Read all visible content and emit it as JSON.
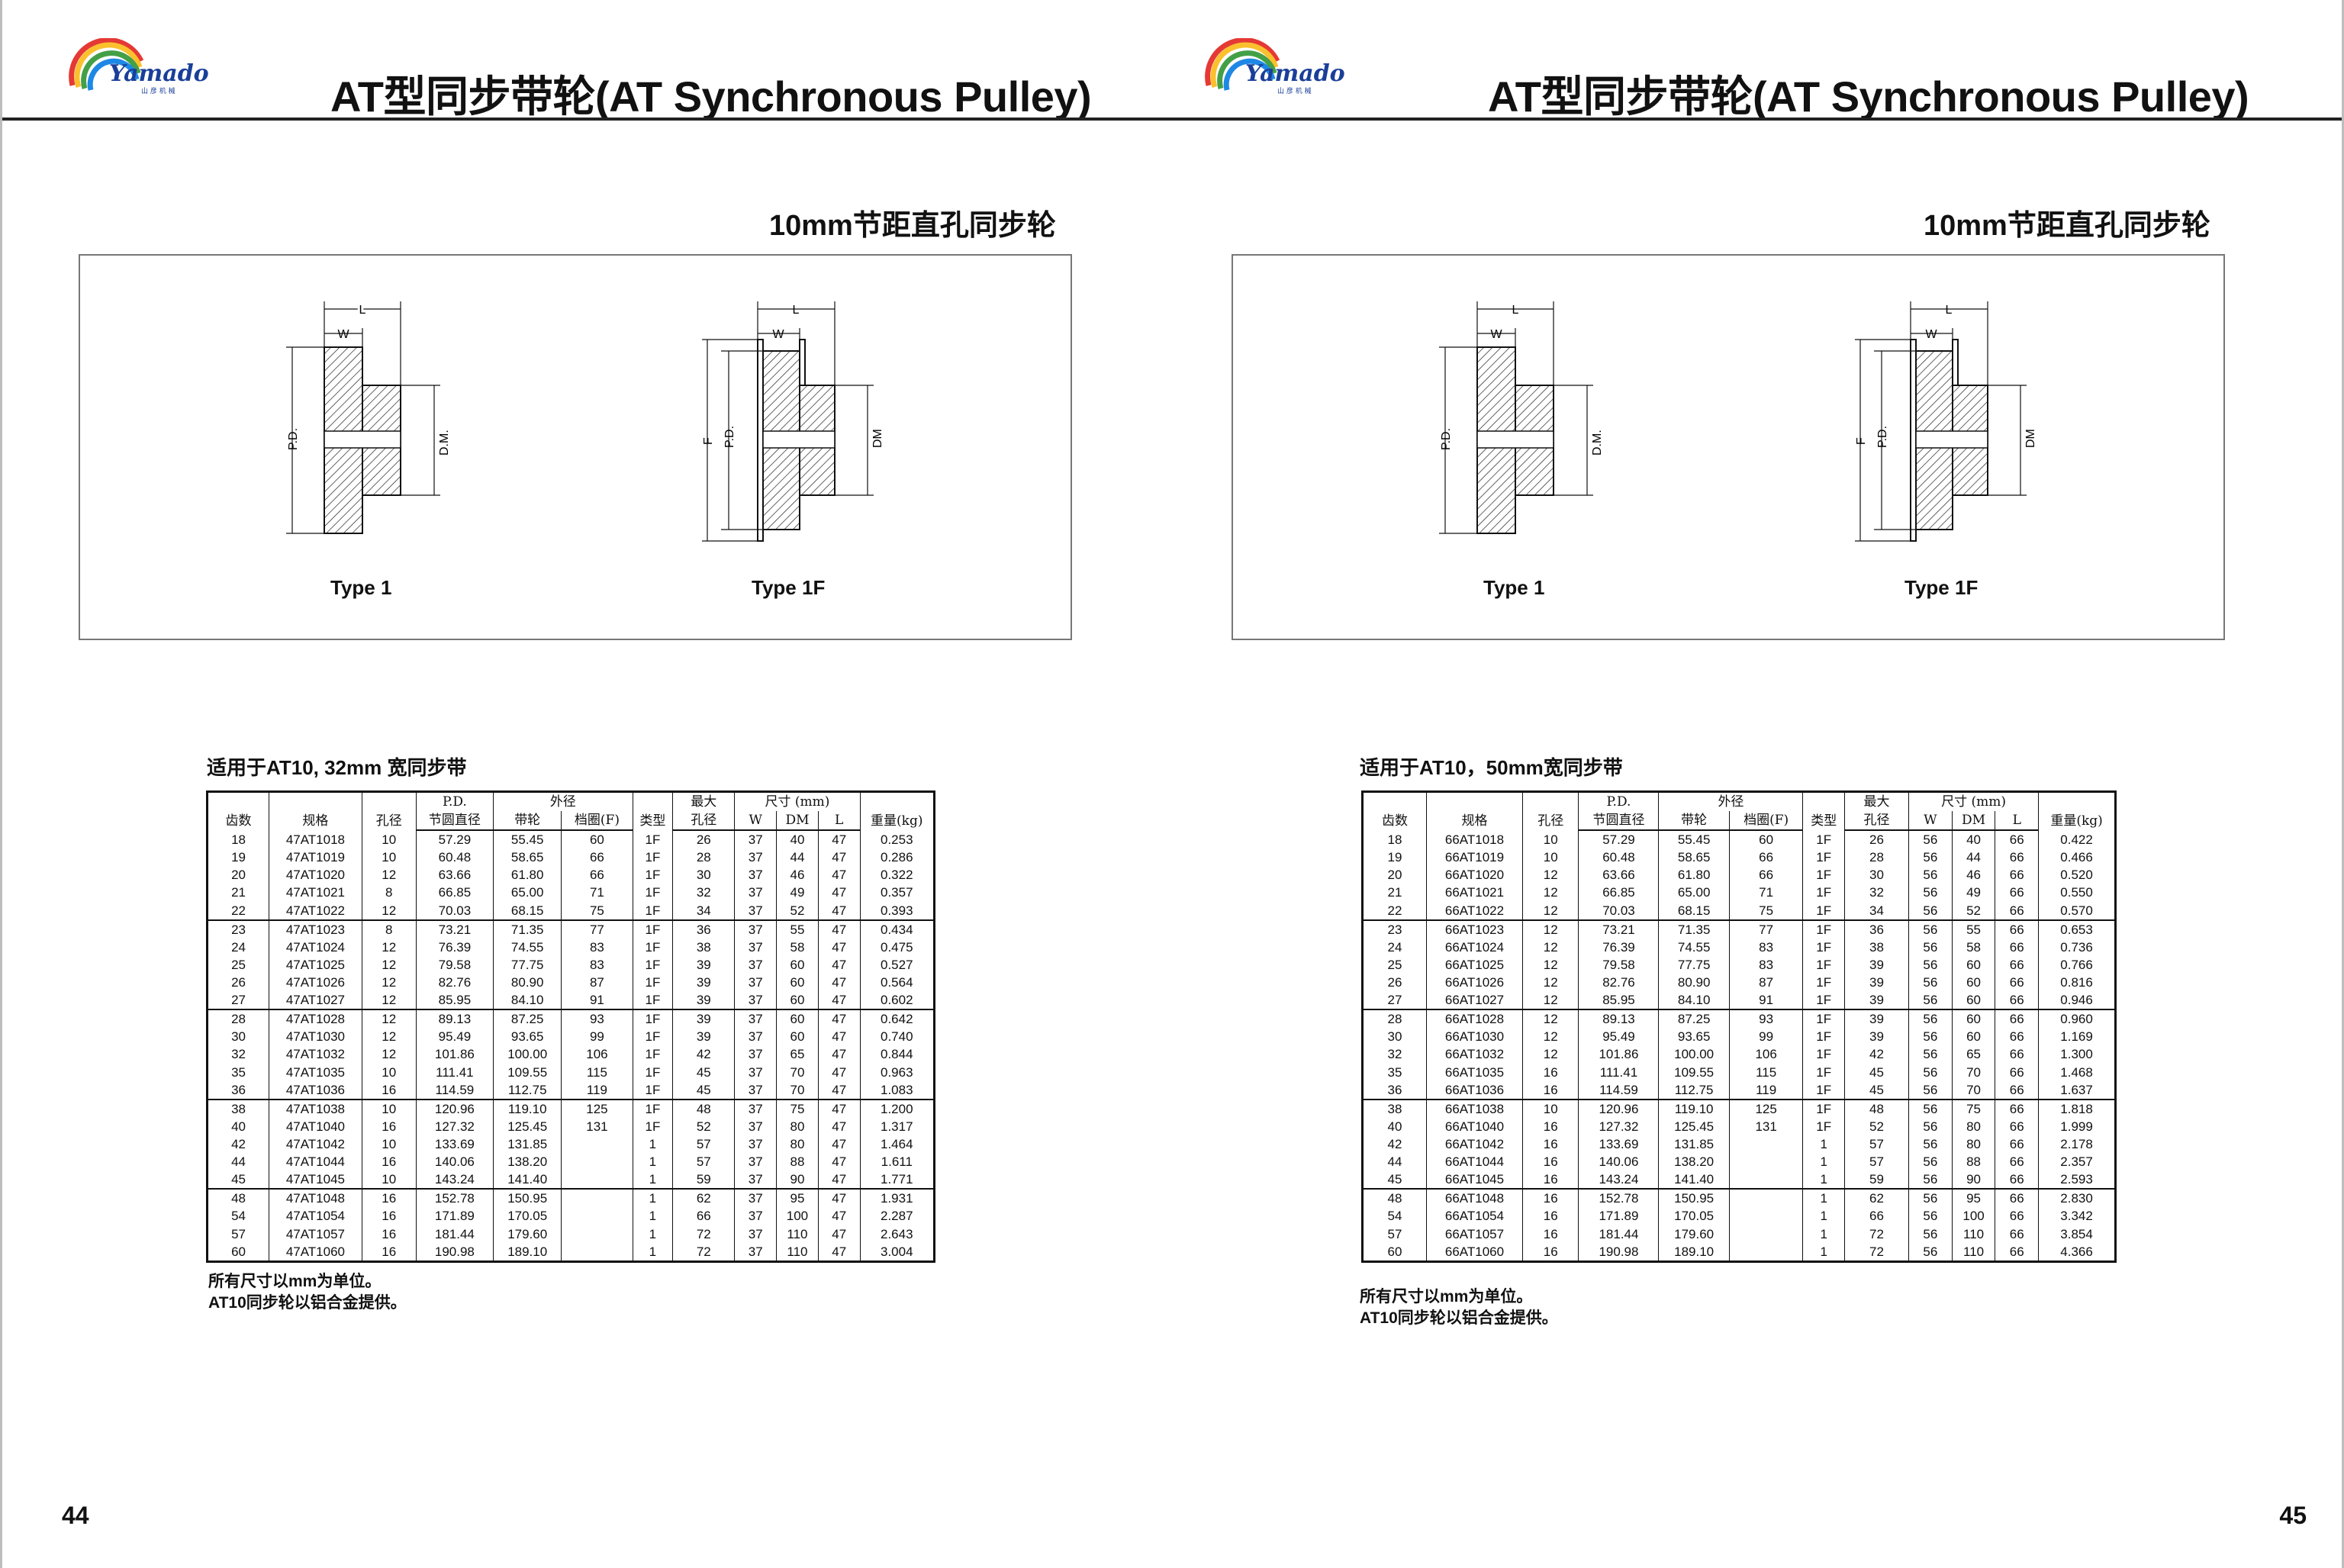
{
  "brand": {
    "name": "Yamado",
    "tagline": "山 彦 机 械",
    "colors": [
      "#e53935",
      "#fbc02d",
      "#43a047",
      "#1e88e5",
      "#8e24aa"
    ]
  },
  "pages": [
    {
      "title": "AT型同步带轮(AT Synchronous Pulley)",
      "subtitle": "10mm节距直孔同步轮",
      "figure": {
        "type1_label": "Type 1",
        "type1f_label": "Type 1F",
        "dims": {
          "l": "L",
          "w": "W",
          "pd": "P.D.",
          "dm": "D.M.",
          "dm2": "DM",
          "f": "F"
        }
      },
      "table_title": "适用于AT10, 32mm 宽同步带",
      "headers": {
        "teeth": "齿数",
        "spec": "规格",
        "bore": "孔径",
        "pd_top": "P.D.",
        "pd_bottom": "节圆直径",
        "od_top": "外径",
        "od_pulley": "带轮",
        "od_flange": "档圈(F)",
        "type": "类型",
        "maxbore_top": "最大",
        "maxbore_bottom": "孔径",
        "dim_top": "尺寸 (mm)",
        "w": "W",
        "dm": "DM",
        "l": "L",
        "weight": "重量(kg)"
      },
      "rows": [
        [
          "18",
          "47AT1018",
          "10",
          "57.29",
          "55.45",
          "60",
          "1F",
          "26",
          "37",
          "40",
          "47",
          "0.253"
        ],
        [
          "19",
          "47AT1019",
          "10",
          "60.48",
          "58.65",
          "66",
          "1F",
          "28",
          "37",
          "44",
          "47",
          "0.286"
        ],
        [
          "20",
          "47AT1020",
          "12",
          "63.66",
          "61.80",
          "66",
          "1F",
          "30",
          "37",
          "46",
          "47",
          "0.322"
        ],
        [
          "21",
          "47AT1021",
          "8",
          "66.85",
          "65.00",
          "71",
          "1F",
          "32",
          "37",
          "49",
          "47",
          "0.357"
        ],
        [
          "22",
          "47AT1022",
          "12",
          "70.03",
          "68.15",
          "75",
          "1F",
          "34",
          "37",
          "52",
          "47",
          "0.393"
        ],
        [
          "23",
          "47AT1023",
          "8",
          "73.21",
          "71.35",
          "77",
          "1F",
          "36",
          "37",
          "55",
          "47",
          "0.434"
        ],
        [
          "24",
          "47AT1024",
          "12",
          "76.39",
          "74.55",
          "83",
          "1F",
          "38",
          "37",
          "58",
          "47",
          "0.475"
        ],
        [
          "25",
          "47AT1025",
          "12",
          "79.58",
          "77.75",
          "83",
          "1F",
          "39",
          "37",
          "60",
          "47",
          "0.527"
        ],
        [
          "26",
          "47AT1026",
          "12",
          "82.76",
          "80.90",
          "87",
          "1F",
          "39",
          "37",
          "60",
          "47",
          "0.564"
        ],
        [
          "27",
          "47AT1027",
          "12",
          "85.95",
          "84.10",
          "91",
          "1F",
          "39",
          "37",
          "60",
          "47",
          "0.602"
        ],
        [
          "28",
          "47AT1028",
          "12",
          "89.13",
          "87.25",
          "93",
          "1F",
          "39",
          "37",
          "60",
          "47",
          "0.642"
        ],
        [
          "30",
          "47AT1030",
          "12",
          "95.49",
          "93.65",
          "99",
          "1F",
          "39",
          "37",
          "60",
          "47",
          "0.740"
        ],
        [
          "32",
          "47AT1032",
          "12",
          "101.86",
          "100.00",
          "106",
          "1F",
          "42",
          "37",
          "65",
          "47",
          "0.844"
        ],
        [
          "35",
          "47AT1035",
          "10",
          "111.41",
          "109.55",
          "115",
          "1F",
          "45",
          "37",
          "70",
          "47",
          "0.963"
        ],
        [
          "36",
          "47AT1036",
          "16",
          "114.59",
          "112.75",
          "119",
          "1F",
          "45",
          "37",
          "70",
          "47",
          "1.083"
        ],
        [
          "38",
          "47AT1038",
          "10",
          "120.96",
          "119.10",
          "125",
          "1F",
          "48",
          "37",
          "75",
          "47",
          "1.200"
        ],
        [
          "40",
          "47AT1040",
          "16",
          "127.32",
          "125.45",
          "131",
          "1F",
          "52",
          "37",
          "80",
          "47",
          "1.317"
        ],
        [
          "42",
          "47AT1042",
          "10",
          "133.69",
          "131.85",
          "",
          "1",
          "57",
          "37",
          "80",
          "47",
          "1.464"
        ],
        [
          "44",
          "47AT1044",
          "16",
          "140.06",
          "138.20",
          "",
          "1",
          "57",
          "37",
          "88",
          "47",
          "1.611"
        ],
        [
          "45",
          "47AT1045",
          "10",
          "143.24",
          "141.40",
          "",
          "1",
          "59",
          "37",
          "90",
          "47",
          "1.771"
        ],
        [
          "48",
          "47AT1048",
          "16",
          "152.78",
          "150.95",
          "",
          "1",
          "62",
          "37",
          "95",
          "47",
          "1.931"
        ],
        [
          "54",
          "47AT1054",
          "16",
          "171.89",
          "170.05",
          "",
          "1",
          "66",
          "37",
          "100",
          "47",
          "2.287"
        ],
        [
          "57",
          "47AT1057",
          "16",
          "181.44",
          "179.60",
          "",
          "1",
          "72",
          "37",
          "110",
          "47",
          "2.643"
        ],
        [
          "60",
          "47AT1060",
          "16",
          "190.98",
          "189.10",
          "",
          "1",
          "72",
          "37",
          "110",
          "47",
          "3.004"
        ]
      ],
      "notes": [
        "所有尺寸以mm为单位。",
        "AT10同步轮以铝合金提供。"
      ],
      "page_number": "44"
    },
    {
      "title": "AT型同步带轮(AT Synchronous Pulley)",
      "subtitle": "10mm节距直孔同步轮",
      "figure": {
        "type1_label": "Type 1",
        "type1f_label": "Type 1F",
        "dims": {
          "l": "L",
          "w": "W",
          "pd": "P.D.",
          "dm": "D.M.",
          "dm2": "DM",
          "f": "F"
        }
      },
      "table_title": "适用于AT10，50mm宽同步带",
      "headers": {
        "teeth": "齿数",
        "spec": "规格",
        "bore": "孔径",
        "pd_top": "P.D.",
        "pd_bottom": "节圆直径",
        "od_top": "外径",
        "od_pulley": "带轮",
        "od_flange": "档圈(F)",
        "type": "类型",
        "maxbore_top": "最大",
        "maxbore_bottom": "孔径",
        "dim_top": "尺寸 (mm)",
        "w": "W",
        "dm": "DM",
        "l": "L",
        "weight": "重量(kg)"
      },
      "rows": [
        [
          "18",
          "66AT1018",
          "10",
          "57.29",
          "55.45",
          "60",
          "1F",
          "26",
          "56",
          "40",
          "66",
          "0.422"
        ],
        [
          "19",
          "66AT1019",
          "10",
          "60.48",
          "58.65",
          "66",
          "1F",
          "28",
          "56",
          "44",
          "66",
          "0.466"
        ],
        [
          "20",
          "66AT1020",
          "12",
          "63.66",
          "61.80",
          "66",
          "1F",
          "30",
          "56",
          "46",
          "66",
          "0.520"
        ],
        [
          "21",
          "66AT1021",
          "12",
          "66.85",
          "65.00",
          "71",
          "1F",
          "32",
          "56",
          "49",
          "66",
          "0.550"
        ],
        [
          "22",
          "66AT1022",
          "12",
          "70.03",
          "68.15",
          "75",
          "1F",
          "34",
          "56",
          "52",
          "66",
          "0.570"
        ],
        [
          "23",
          "66AT1023",
          "12",
          "73.21",
          "71.35",
          "77",
          "1F",
          "36",
          "56",
          "55",
          "66",
          "0.653"
        ],
        [
          "24",
          "66AT1024",
          "12",
          "76.39",
          "74.55",
          "83",
          "1F",
          "38",
          "56",
          "58",
          "66",
          "0.736"
        ],
        [
          "25",
          "66AT1025",
          "12",
          "79.58",
          "77.75",
          "83",
          "1F",
          "39",
          "56",
          "60",
          "66",
          "0.766"
        ],
        [
          "26",
          "66AT1026",
          "12",
          "82.76",
          "80.90",
          "87",
          "1F",
          "39",
          "56",
          "60",
          "66",
          "0.816"
        ],
        [
          "27",
          "66AT1027",
          "12",
          "85.95",
          "84.10",
          "91",
          "1F",
          "39",
          "56",
          "60",
          "66",
          "0.946"
        ],
        [
          "28",
          "66AT1028",
          "12",
          "89.13",
          "87.25",
          "93",
          "1F",
          "39",
          "56",
          "60",
          "66",
          "0.960"
        ],
        [
          "30",
          "66AT1030",
          "12",
          "95.49",
          "93.65",
          "99",
          "1F",
          "39",
          "56",
          "60",
          "66",
          "1.169"
        ],
        [
          "32",
          "66AT1032",
          "12",
          "101.86",
          "100.00",
          "106",
          "1F",
          "42",
          "56",
          "65",
          "66",
          "1.300"
        ],
        [
          "35",
          "66AT1035",
          "16",
          "111.41",
          "109.55",
          "115",
          "1F",
          "45",
          "56",
          "70",
          "66",
          "1.468"
        ],
        [
          "36",
          "66AT1036",
          "16",
          "114.59",
          "112.75",
          "119",
          "1F",
          "45",
          "56",
          "70",
          "66",
          "1.637"
        ],
        [
          "38",
          "66AT1038",
          "10",
          "120.96",
          "119.10",
          "125",
          "1F",
          "48",
          "56",
          "75",
          "66",
          "1.818"
        ],
        [
          "40",
          "66AT1040",
          "16",
          "127.32",
          "125.45",
          "131",
          "1F",
          "52",
          "56",
          "80",
          "66",
          "1.999"
        ],
        [
          "42",
          "66AT1042",
          "16",
          "133.69",
          "131.85",
          "",
          "1",
          "57",
          "56",
          "80",
          "66",
          "2.178"
        ],
        [
          "44",
          "66AT1044",
          "16",
          "140.06",
          "138.20",
          "",
          "1",
          "57",
          "56",
          "88",
          "66",
          "2.357"
        ],
        [
          "45",
          "66AT1045",
          "16",
          "143.24",
          "141.40",
          "",
          "1",
          "59",
          "56",
          "90",
          "66",
          "2.593"
        ],
        [
          "48",
          "66AT1048",
          "16",
          "152.78",
          "150.95",
          "",
          "1",
          "62",
          "56",
          "95",
          "66",
          "2.830"
        ],
        [
          "54",
          "66AT1054",
          "16",
          "171.89",
          "170.05",
          "",
          "1",
          "66",
          "56",
          "100",
          "66",
          "3.342"
        ],
        [
          "57",
          "66AT1057",
          "16",
          "181.44",
          "179.60",
          "",
          "1",
          "72",
          "56",
          "110",
          "66",
          "3.854"
        ],
        [
          "60",
          "66AT1060",
          "16",
          "190.98",
          "189.10",
          "",
          "1",
          "72",
          "56",
          "110",
          "66",
          "4.366"
        ]
      ],
      "notes": [
        "所有尺寸以mm为单位。",
        "AT10同步轮以铝合金提供。"
      ],
      "page_number": "45"
    }
  ]
}
